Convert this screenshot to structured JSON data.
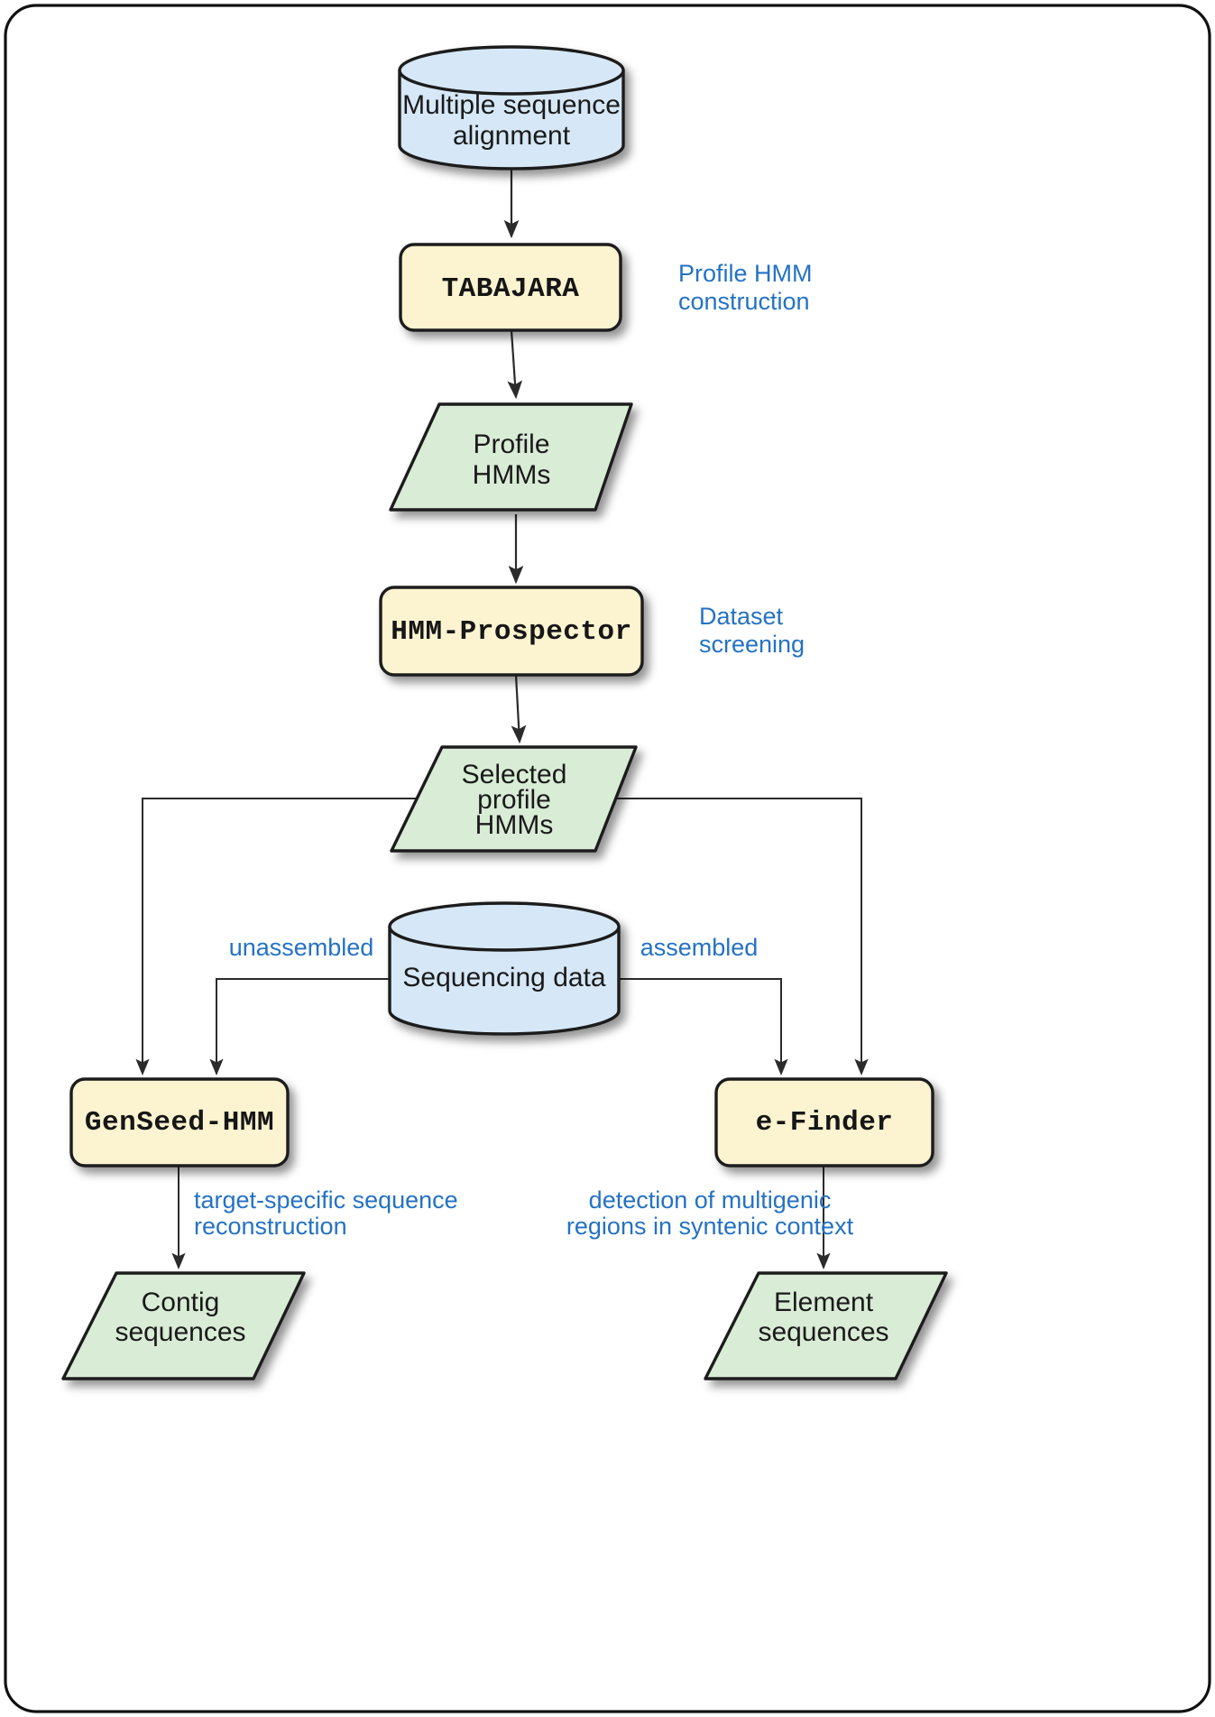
{
  "diagram": {
    "title": "Profile HMM bioinformatics pipeline flowchart",
    "colors": {
      "database_fill": "#d6e8f7",
      "process_fill": "#fcf3d0",
      "data_fill": "#d9ecd6",
      "annotation_text": "#2572c4",
      "stroke": "#1f1f1f",
      "background": "#ffffff"
    },
    "nodes": {
      "msa": {
        "label_line1": "Multiple sequence",
        "label_line2": "alignment",
        "shape": "cylinder"
      },
      "tabajara": {
        "label": "TABAJARA",
        "shape": "rounded-rect"
      },
      "profile_hmms": {
        "label_line1": "Profile",
        "label_line2": "HMMs",
        "shape": "parallelogram"
      },
      "hmm_prospector": {
        "label": "HMM-Prospector",
        "shape": "rounded-rect"
      },
      "selected_profile_hmms": {
        "label_line1": "Selected",
        "label_line2": "profile",
        "label_line3": "HMMs",
        "shape": "parallelogram"
      },
      "sequencing_data": {
        "label": "Sequencing data",
        "shape": "cylinder"
      },
      "genseed_hmm": {
        "label": "GenSeed-HMM",
        "shape": "rounded-rect"
      },
      "e_finder": {
        "label": "e-Finder",
        "shape": "rounded-rect"
      },
      "contig_sequences": {
        "label_line1": "Contig",
        "label_line2": "sequences",
        "shape": "parallelogram"
      },
      "element_sequences": {
        "label_line1": "Element",
        "label_line2": "sequences",
        "shape": "parallelogram"
      }
    },
    "annotations": {
      "profile_hmm_construction_line1": "Profile HMM",
      "profile_hmm_construction_line2": "construction",
      "dataset_screening_line1": "Dataset",
      "dataset_screening_line2": "screening",
      "unassembled": "unassembled",
      "assembled": "assembled",
      "target_specific_line1": "target-specific sequence",
      "target_specific_line2": "reconstruction",
      "multigenic_line1": "detection of multigenic",
      "multigenic_line2": "regions in syntenic context"
    }
  }
}
